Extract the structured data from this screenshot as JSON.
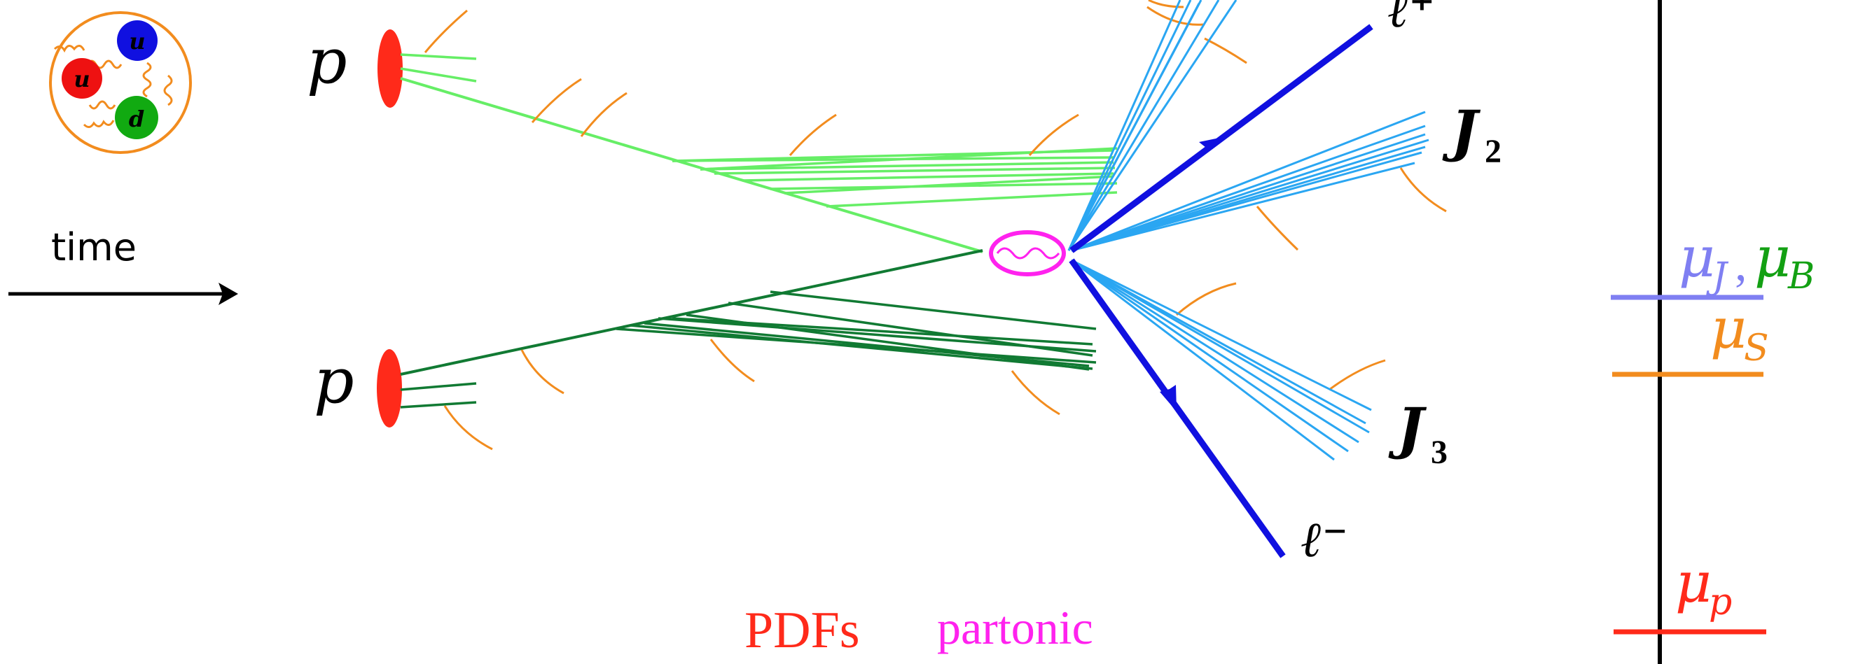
{
  "labels": {
    "time": "time",
    "proton_top": "p",
    "proton_bottom": "p",
    "lepton_plus": "ℓ⁺",
    "lepton_minus": "ℓ⁻",
    "jet_2_main": "J",
    "jet_2_sub": "2",
    "jet_3_main": "J",
    "jet_3_sub": "3",
    "pdfs": "PDFs",
    "partonic": "partonic",
    "quark_u1": "u",
    "quark_u2": "u",
    "quark_d": "d"
  },
  "scales": {
    "mu_J": "μ",
    "mu_J_sub": "J",
    "comma": ",",
    "mu_B": "μ",
    "mu_B_sub": "B",
    "mu_S": "μ",
    "mu_S_sub": "S",
    "mu_p": "μ",
    "mu_p_sub": "p"
  },
  "colors": {
    "pdf_red": "#ff2a1a",
    "partonic_magenta": "#ff22ee",
    "beam_light_green": "#66ee66",
    "beam_dark_green": "#117a33",
    "soft_orange": "#f28c1e",
    "jet_light_blue": "#2aa6f2",
    "lepton_blue": "#1010e0",
    "scale_purple_blue": "#7f7ff2",
    "scale_green": "#13a013",
    "quark_blue": "#1010e0",
    "quark_red": "#ee1111",
    "quark_green": "#11aa11"
  }
}
